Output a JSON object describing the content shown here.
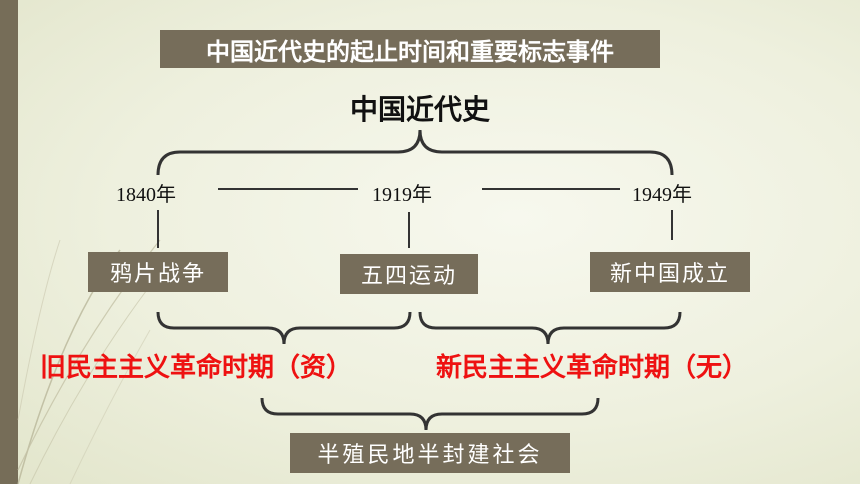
{
  "title": "中国近代史的起止时间和重要标志事件",
  "subtitle": "中国近代史",
  "years": [
    "1840年",
    "1919年",
    "1949年"
  ],
  "events": [
    "鸦片战争",
    "五四运动",
    "新中国成立"
  ],
  "periods": [
    "旧民主主义革命时期（资）",
    "新民主主义革命时期（无）"
  ],
  "society": "半殖民地半封建社会",
  "colors": {
    "box": "#766d5a",
    "period_text": "#ee1111",
    "accent_bar": "#766d58"
  }
}
